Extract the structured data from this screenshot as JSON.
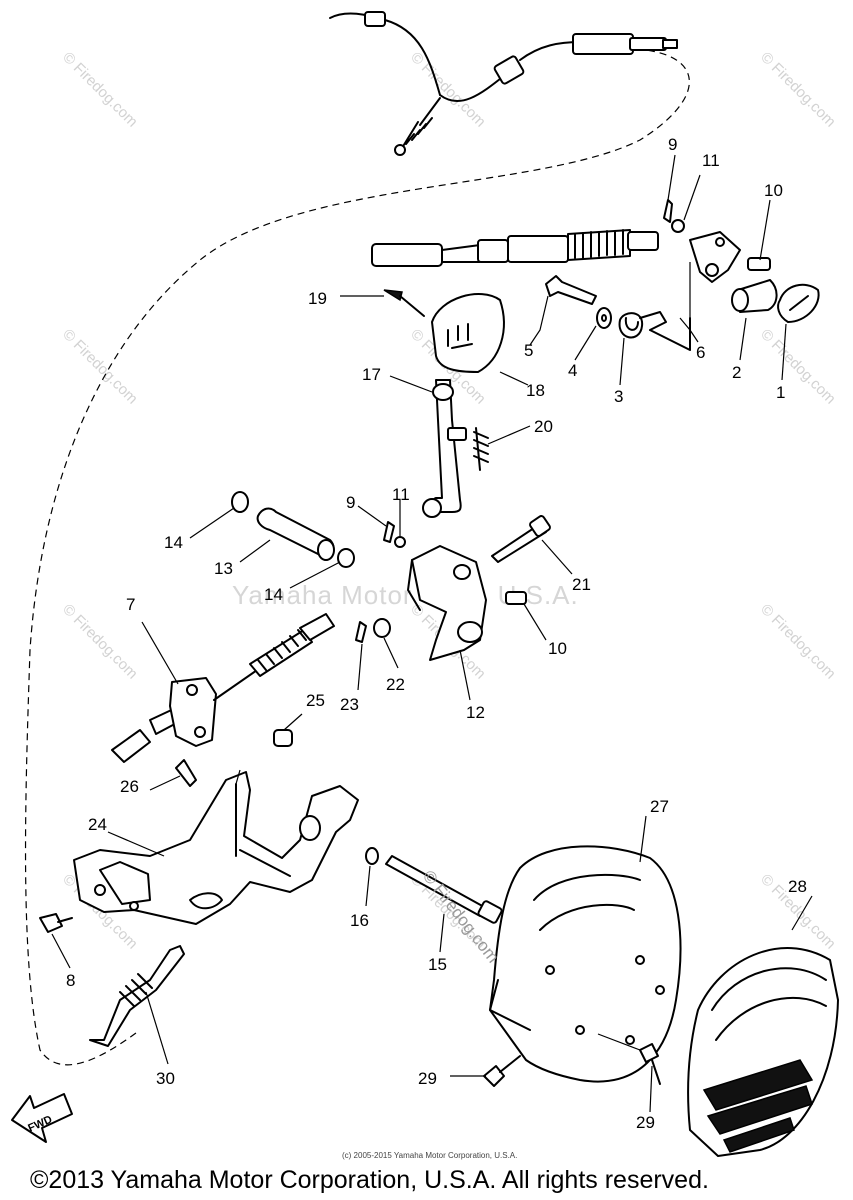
{
  "watermark_text": "© Firedog.com",
  "center_watermark": "Yamaha Motor Corp. U.S.A.",
  "firedog_mark": "© Firedog.com",
  "fine_print": "(c) 2005-2015 Yamaha Motor Corporation, U.S.A.",
  "copyright": "©2013 Yamaha Motor Corporation, U.S.A. All rights reserved.",
  "fwd_label": "FWD",
  "callouts": {
    "c1": "1",
    "c2": "2",
    "c3": "3",
    "c4": "4",
    "c5": "5",
    "c6": "6",
    "c7": "7",
    "c8": "8",
    "c9a": "9",
    "c9b": "9",
    "c10a": "10",
    "c10b": "10",
    "c11a": "11",
    "c11b": "11",
    "c12": "12",
    "c13": "13",
    "c14a": "14",
    "c14b": "14",
    "c15": "15",
    "c16": "16",
    "c17": "17",
    "c18": "18",
    "c19": "19",
    "c20": "20",
    "c21": "21",
    "c22": "22",
    "c23": "23",
    "c24": "24",
    "c25": "25",
    "c26": "26",
    "c27": "27",
    "c28": "28",
    "c29a": "29",
    "c29b": "29",
    "c30": "30"
  },
  "colors": {
    "ink": "#000000",
    "watermark": "#d2d2d2",
    "background": "#ffffff"
  }
}
